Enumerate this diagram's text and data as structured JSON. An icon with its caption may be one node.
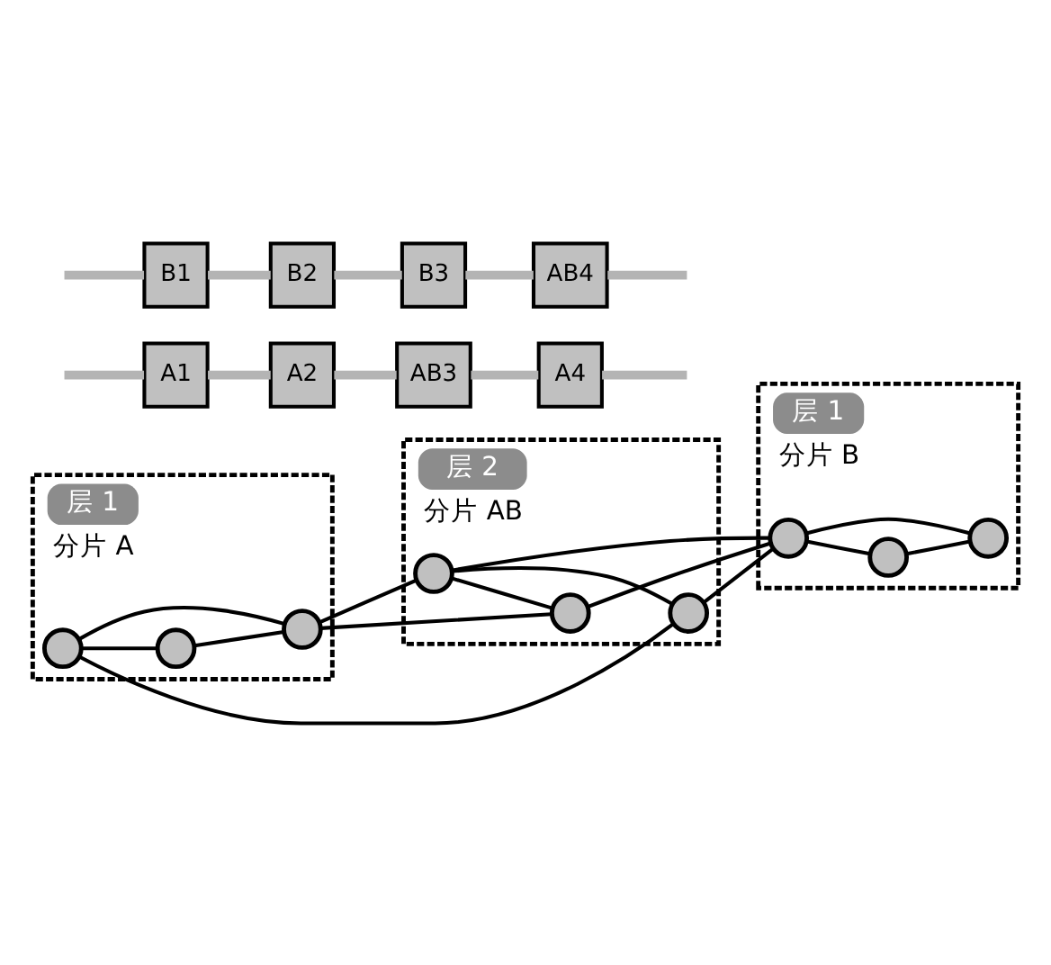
{
  "diagram": {
    "nodes": [
      {
        "text": [
          "层 1",
          "分片 A"
        ]
      },
      {
        "text": [],
        "shape": "circle",
        "in": 0
      },
      {
        "text": [],
        "shape": "circle",
        "in": 0
      },
      {
        "text": [],
        "shape": "circle",
        "in": 0
      },
      {
        "text": [
          "层 2",
          "分片 AB"
        ]
      },
      {
        "text": [],
        "shape": "circle",
        "in": 4
      },
      {
        "text": [],
        "shape": "circle",
        "in": 4
      },
      {
        "text": [],
        "shape": "circle",
        "in": 4
      },
      {
        "text": [
          "层 1",
          "分片 B"
        ]
      },
      {
        "text": [],
        "shape": "circle",
        "in": 8
      },
      {
        "text": [],
        "shape": "circle",
        "in": 8
      },
      {
        "text": [],
        "shape": "circle",
        "in": 8
      },
      {
        "text": [
          "A1"
        ]
      },
      {
        "text": [
          "A2"
        ]
      },
      {
        "text": [
          "AB3"
        ]
      },
      {
        "text": [
          "A4"
        ]
      },
      {
        "text": [
          "B1"
        ]
      },
      {
        "text": [
          "B2"
        ]
      },
      {
        "text": [
          "B3"
        ]
      },
      {
        "text": [
          "AB4"
        ]
      }
    ],
    "edges": [
      {
        "from": 2,
        "to": 3,
        "arrow": "none"
      },
      {
        "from": 1,
        "to": 2,
        "arrow": "none"
      },
      {
        "from": 1,
        "to": 3,
        "arrow": "none"
      },
      {
        "from": 1,
        "to": 7,
        "arrow": "none"
      },
      {
        "from": 3,
        "to": 6,
        "arrow": "none"
      },
      {
        "from": 3,
        "to": 5,
        "arrow": "none"
      },
      {
        "from": 5,
        "to": 6,
        "arrow": "none"
      },
      {
        "from": 6,
        "to": 9,
        "arrow": "none"
      },
      {
        "from": 5,
        "to": 9,
        "arrow": "none"
      },
      {
        "from": 5,
        "to": 7,
        "arrow": "none"
      },
      {
        "from": 7,
        "to": 9,
        "arrow": "none"
      },
      {
        "from": 9,
        "to": 10,
        "arrow": "none"
      },
      {
        "from": 9,
        "to": 11,
        "arrow": "none"
      },
      {
        "from": 10,
        "to": 11,
        "arrow": "none"
      },
      {
        "from": null,
        "to": 12,
        "arrow": "none",
        "style": "thick",
        "color": "#b4b4b4"
      },
      {
        "from": 12,
        "to": 13,
        "arrow": "none",
        "style": "thick",
        "color": "#b4b4b4"
      },
      {
        "from": 13,
        "to": 14,
        "arrow": "none",
        "style": "thick",
        "color": "#b4b4b4"
      },
      {
        "from": 14,
        "to": 15,
        "arrow": "none",
        "style": "thick",
        "color": "#b4b4b4"
      },
      {
        "from": 15,
        "to": null,
        "arrow": "none",
        "style": "thick",
        "color": "#b4b4b4"
      },
      {
        "from": null,
        "to": 16,
        "arrow": "none",
        "style": "thick",
        "color": "#b4b4b4"
      },
      {
        "from": 16,
        "to": 17,
        "arrow": "none",
        "style": "thick",
        "color": "#b4b4b4"
      },
      {
        "from": 17,
        "to": 18,
        "arrow": "none",
        "style": "thick",
        "color": "#b4b4b4"
      },
      {
        "from": 18,
        "to": 19,
        "arrow": "none",
        "style": "thick",
        "color": "#b4b4b4"
      },
      {
        "from": 19,
        "to": null,
        "arrow": "none",
        "style": "thick",
        "color": "#b4b4b4"
      }
    ]
  }
}
